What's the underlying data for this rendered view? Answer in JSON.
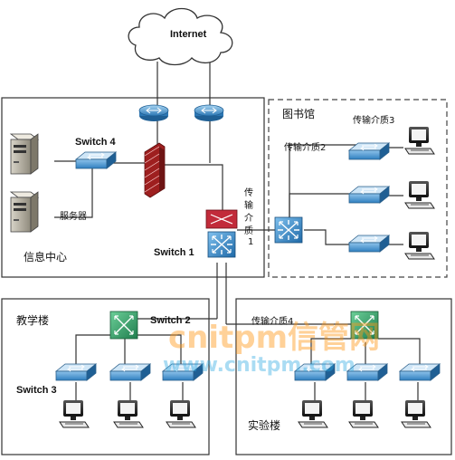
{
  "labels": {
    "internet": "Internet",
    "library": "图书馆",
    "info_center": "信息中心",
    "servers": "服务器",
    "switch1": "Switch 1",
    "switch2": "Switch 2",
    "switch3": "Switch 3",
    "switch4": "Switch 4",
    "medium1_line1": "传",
    "medium1_line2": "输",
    "medium1_line3": "介",
    "medium1_line4": "质",
    "medium1_line5": "1",
    "medium2": "传输介质2",
    "medium3": "传输介质3",
    "medium4": "传输介质4",
    "teaching_building": "教学楼",
    "lab_building": "实验楼"
  },
  "watermark": {
    "brand": "cnitpm信管网",
    "url": "www.cnitpm.com"
  },
  "colors": {
    "switch_blue": "#2f7fc0",
    "core_green": "#3aa36a",
    "firewall_red": "#b82828",
    "router_blue": "#3b8bc7"
  }
}
